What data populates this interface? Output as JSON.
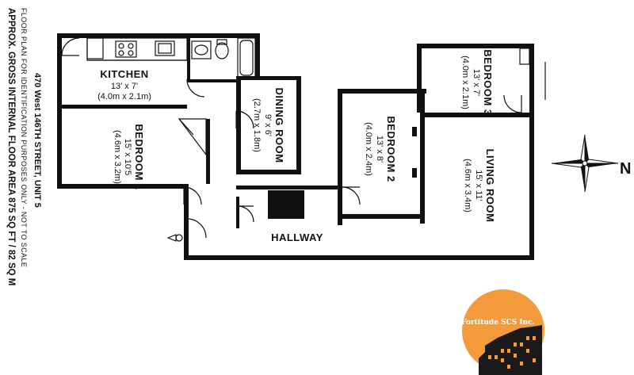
{
  "plan": {
    "address": "470 West 146TH STREET, UNIT 5",
    "area_note": "APPROX. GROSS INTERNAL FLOOR AREA 875 SQ FT / 82 SQ M",
    "disclaimer": "FLOOR PLAN FOR IDENTIFICATION PURPOSES ONLY - NOT TO SCALE",
    "compass_label": "N",
    "logo_text": "Fortitude SCS Inc.",
    "rooms": [
      {
        "name": "KITCHEN",
        "dim_ft": "13' x 7'",
        "dim_m": "(4.0m x 2.1m)"
      },
      {
        "name": "DINING ROOM",
        "dim_ft": "9' x 6'",
        "dim_m": "(2.7m x 1.8m)"
      },
      {
        "name": "BEDROOM 1",
        "dim_ft": "15' x 10'5",
        "dim_m": "(4.6m x 3.2m)"
      },
      {
        "name": "BEDROOM 2",
        "dim_ft": "13' x 8'",
        "dim_m": "(4.0m x 2.4m)"
      },
      {
        "name": "BEDROOM 3",
        "dim_ft": "13' x 7'",
        "dim_m": "(4.0m x 2.1m)"
      },
      {
        "name": "LIVING ROOM",
        "dim_ft": "15' x 11'",
        "dim_m": "(4.6m x 3.4m)"
      },
      {
        "name": "HALLWAY"
      }
    ]
  },
  "colors": {
    "wall": "#111111",
    "logo_orange": "#f39a3a",
    "logo_building": "#1a1a1a"
  }
}
